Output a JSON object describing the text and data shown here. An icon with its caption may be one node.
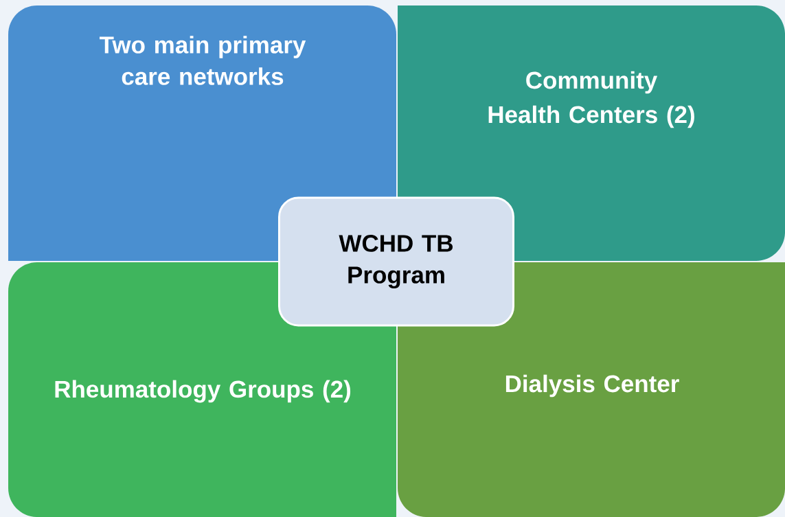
{
  "diagram": {
    "nodes": [
      {
        "text": [
          "Two main primary care networks"
        ]
      },
      {
        "text": [
          "Community Health Centers (2)"
        ]
      },
      {
        "text": [
          "Rheumatology Groups (2)"
        ]
      },
      {
        "text": [
          "Dialysis Center"
        ]
      },
      {
        "text": [
          "WCHD TB Program"
        ]
      }
    ]
  }
}
